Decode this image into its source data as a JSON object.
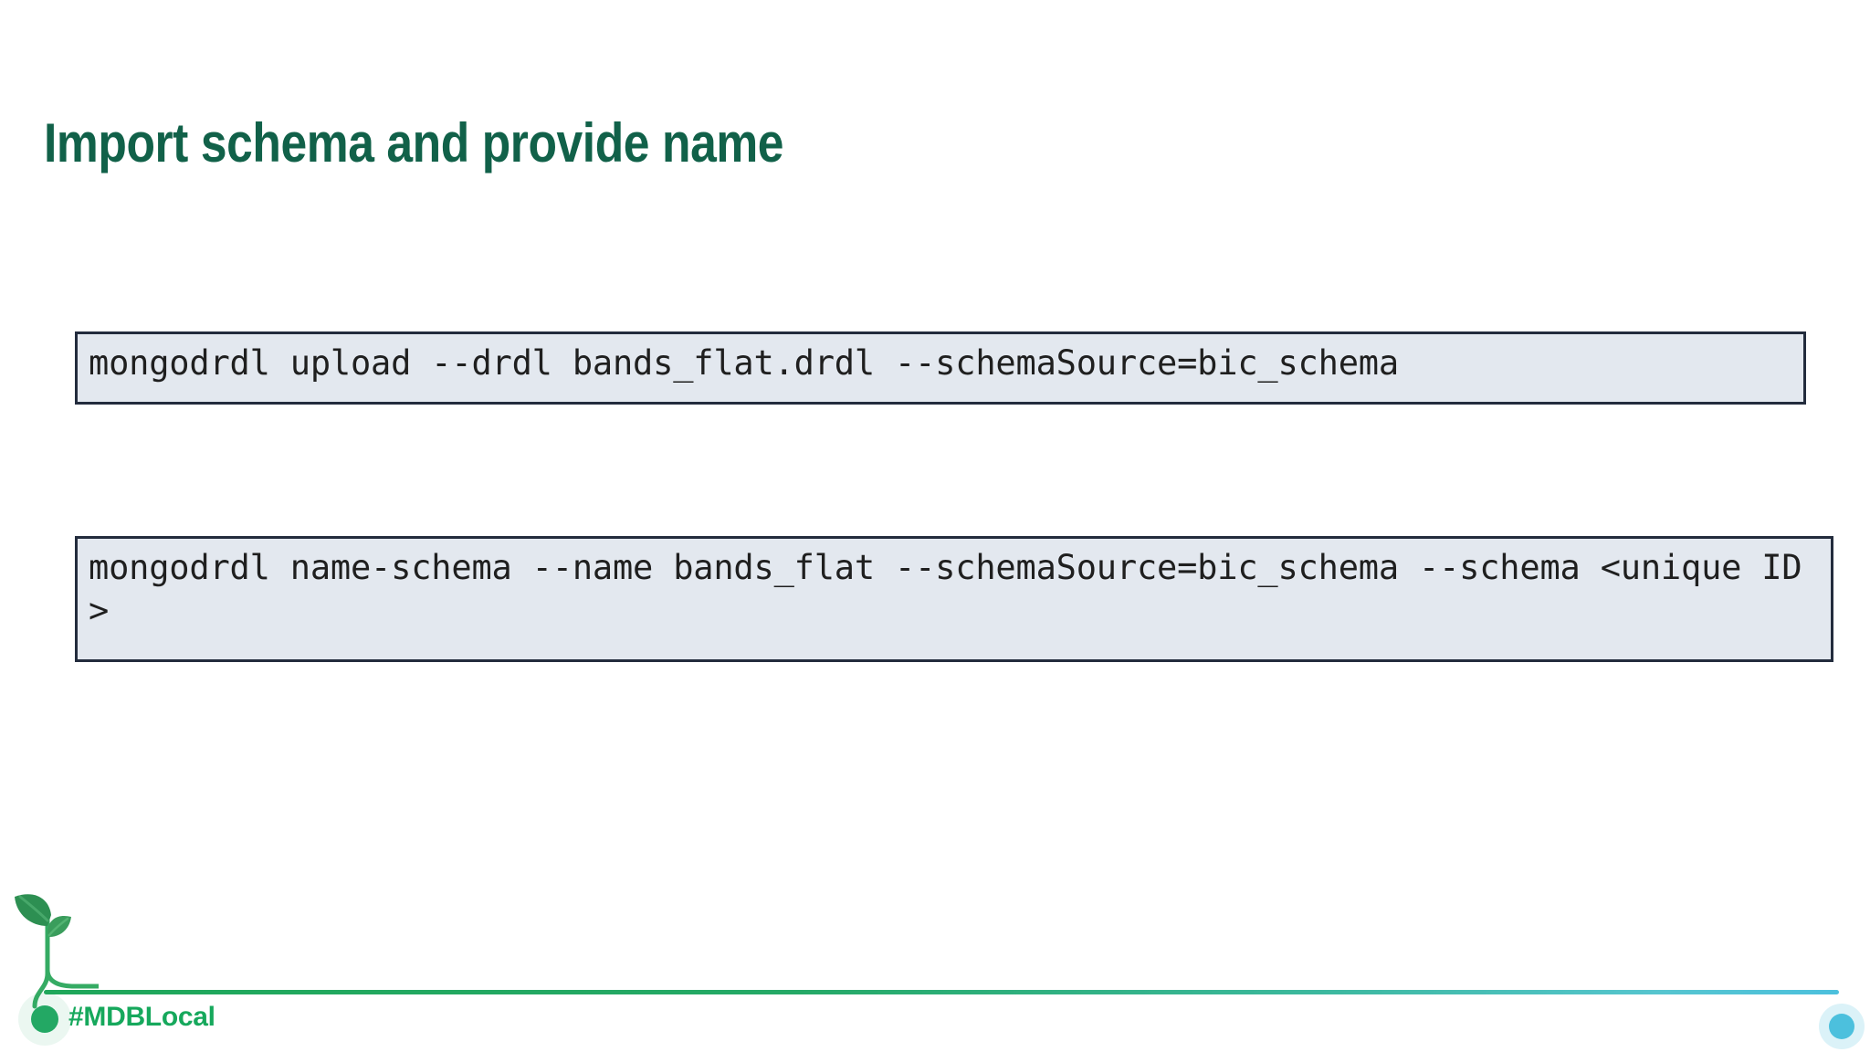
{
  "slide": {
    "title": "Import schema and provide name",
    "background_color": "#ffffff",
    "title_color": "#116149"
  },
  "code_blocks": [
    {
      "id": "upload-command",
      "text": "mongodrdl upload --drdl bands_flat.drdl --schemaSource=bic_schema",
      "background_color": "#e3e8ef",
      "border_color": "#232c3d"
    },
    {
      "id": "name-schema-command",
      "text": "mongodrdl name-schema --name bands_flat --schemaSource=bic_schema --schema <unique ID>",
      "background_color": "#e3e8ef",
      "border_color": "#232c3d"
    }
  ],
  "footer": {
    "hashtag": "#MDBLocal",
    "hashtag_color": "#16a85c",
    "line_start_color": "#1fa75a",
    "line_end_color": "#4cc0dd",
    "sprout_leaf_color": "#2f9e55",
    "sprout_stem_color": "#35ab63"
  }
}
